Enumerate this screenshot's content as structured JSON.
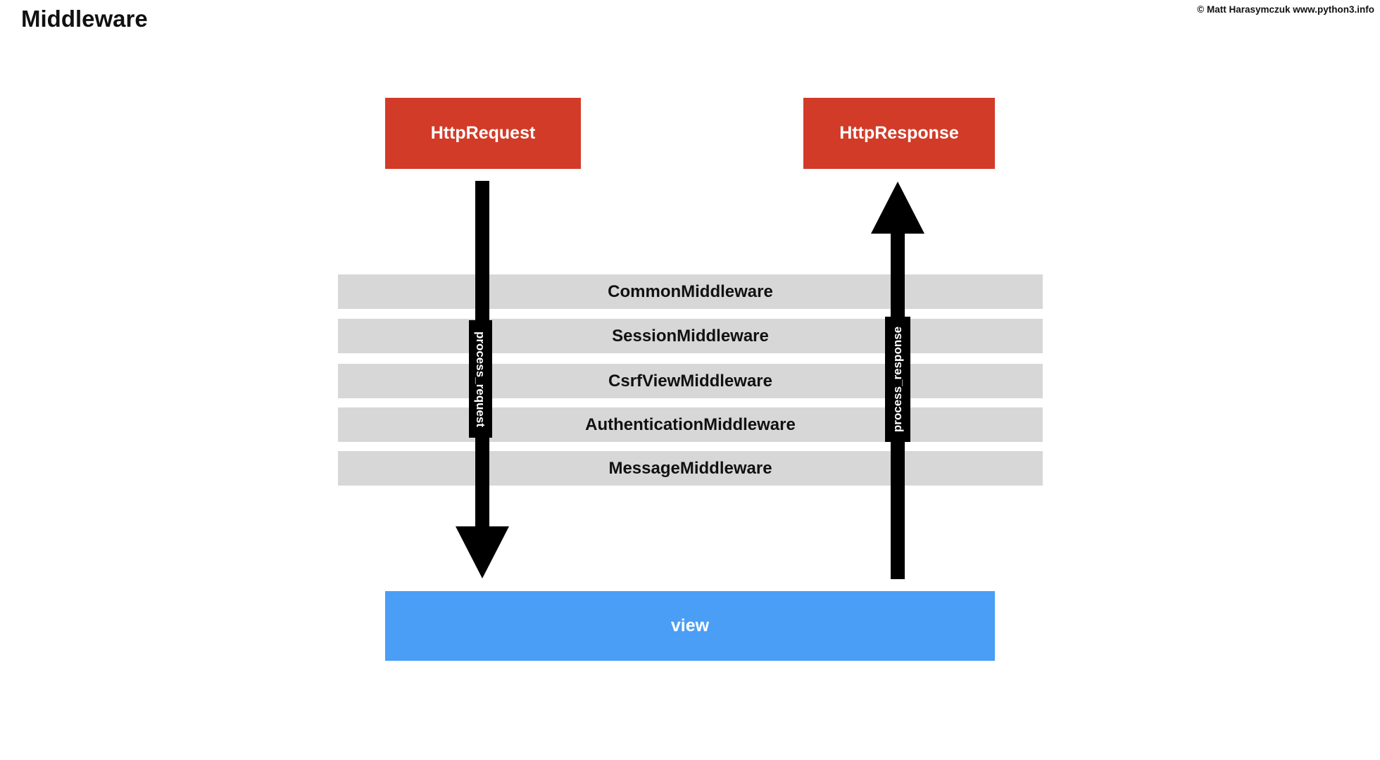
{
  "page": {
    "title": "Middleware",
    "copyright": "© Matt Harasymczuk www.python3.info"
  },
  "diagram": {
    "request_box_label": "HttpRequest",
    "response_box_label": "HttpResponse",
    "view_box_label": "view",
    "request_arrow_label": "process_request",
    "response_arrow_label": "process_response",
    "middleware_layers": [
      "CommonMiddleware",
      "SessionMiddleware",
      "CsrfViewMiddleware",
      "AuthenticationMiddleware",
      "MessageMiddleware"
    ],
    "colors": {
      "endpoint_red": "#d23b28",
      "view_blue": "#4a9ef5",
      "layer_gray": "#d7d7d7",
      "arrow_black": "#000000"
    }
  }
}
